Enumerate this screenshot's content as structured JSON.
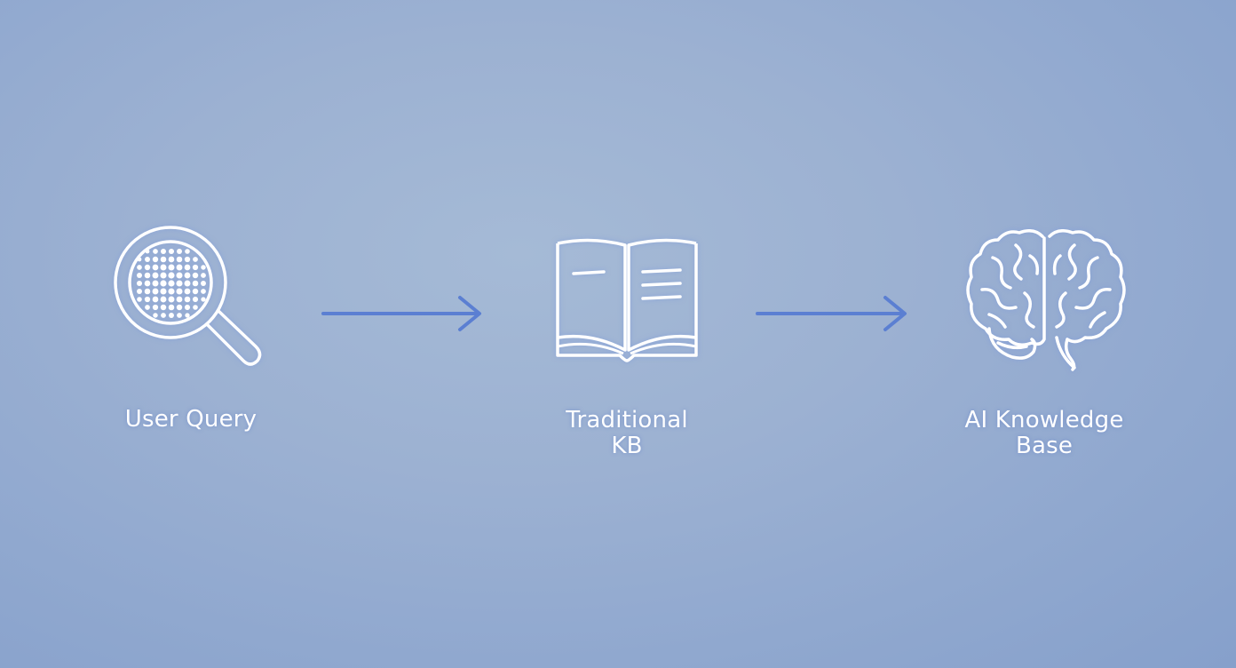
{
  "diagram": {
    "nodes": [
      {
        "id": "user-query",
        "icon": "magnifier-globe-icon",
        "label_lines": [
          "User Query"
        ]
      },
      {
        "id": "traditional-kb",
        "icon": "open-book-icon",
        "label_lines": [
          "Traditional",
          "KB"
        ]
      },
      {
        "id": "ai-knowledge-base",
        "icon": "brain-icon",
        "label_lines": [
          "AI Knowledge",
          "Base"
        ]
      }
    ],
    "edges": [
      {
        "from": "user-query",
        "to": "traditional-kb"
      },
      {
        "from": "traditional-kb",
        "to": "ai-knowledge-base"
      }
    ],
    "colors": {
      "background": "#9cb1d2",
      "icon_stroke": "#ffffff",
      "arrow": "#5b7fd2",
      "label": "#ffffff"
    }
  }
}
